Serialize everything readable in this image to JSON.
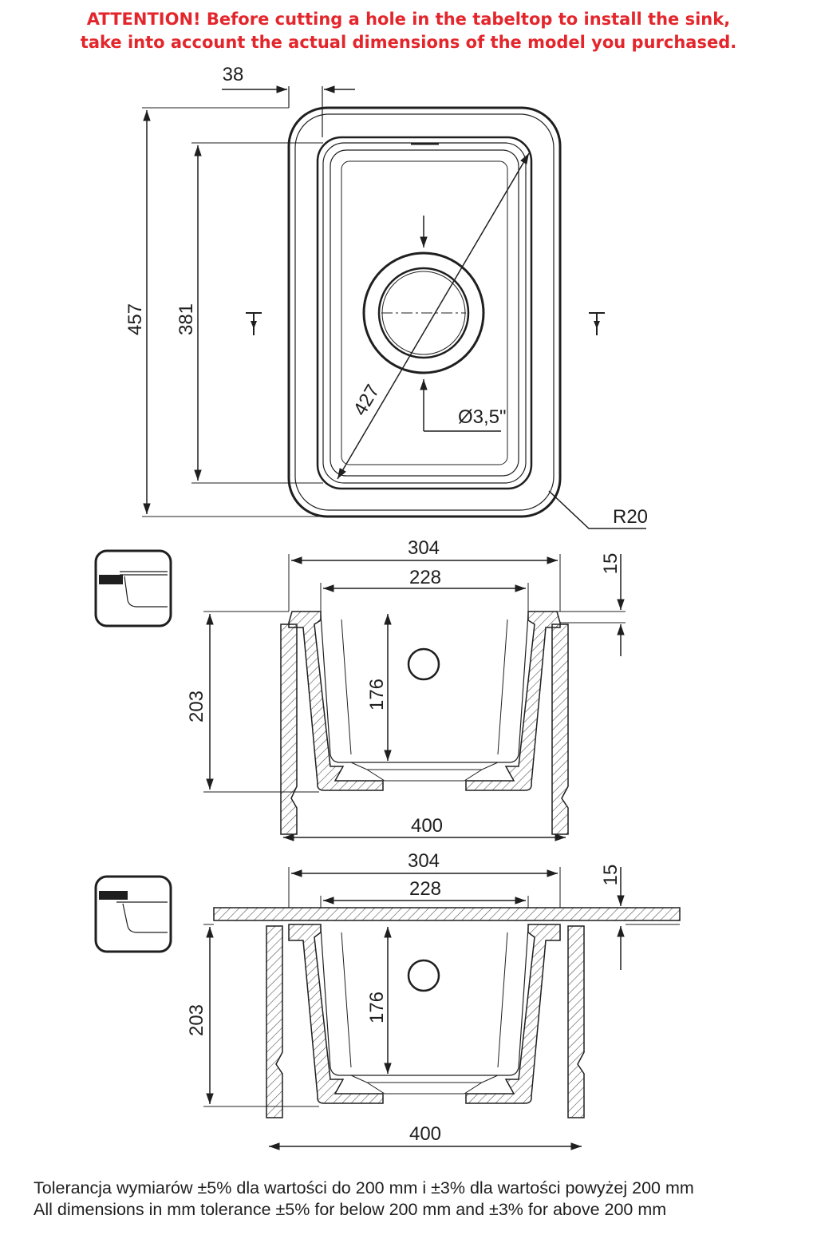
{
  "warning": {
    "line1": "ATTENTION! Before cutting a hole in the tabeltop to install the sink,",
    "line2": "take into account the actual dimensions of the model you purchased."
  },
  "top_view": {
    "flange_width": "38",
    "outer_length": "457",
    "inner_length": "381",
    "diagonal": "427",
    "drain_diameter": "Ø3,5\"",
    "corner_radius": "R20"
  },
  "section_undermount": {
    "outer_width": "304",
    "inner_width": "228",
    "rim_height": "15",
    "bowl_depth": "176",
    "total_depth": "203",
    "cabinet_width": "400"
  },
  "section_overmount": {
    "outer_width": "304",
    "inner_width": "228",
    "rim_height": "15",
    "bowl_depth": "176",
    "total_depth": "203",
    "cabinet_width": "400"
  },
  "footer": {
    "line_pl": "Tolerancja wymiarów ±5% dla wartości do 200 mm i ±3% dla wartości powyżej 200 mm",
    "line_en": "All dimensions in mm tolerance ±5% for below 200 mm and ±3% for above 200 mm"
  }
}
